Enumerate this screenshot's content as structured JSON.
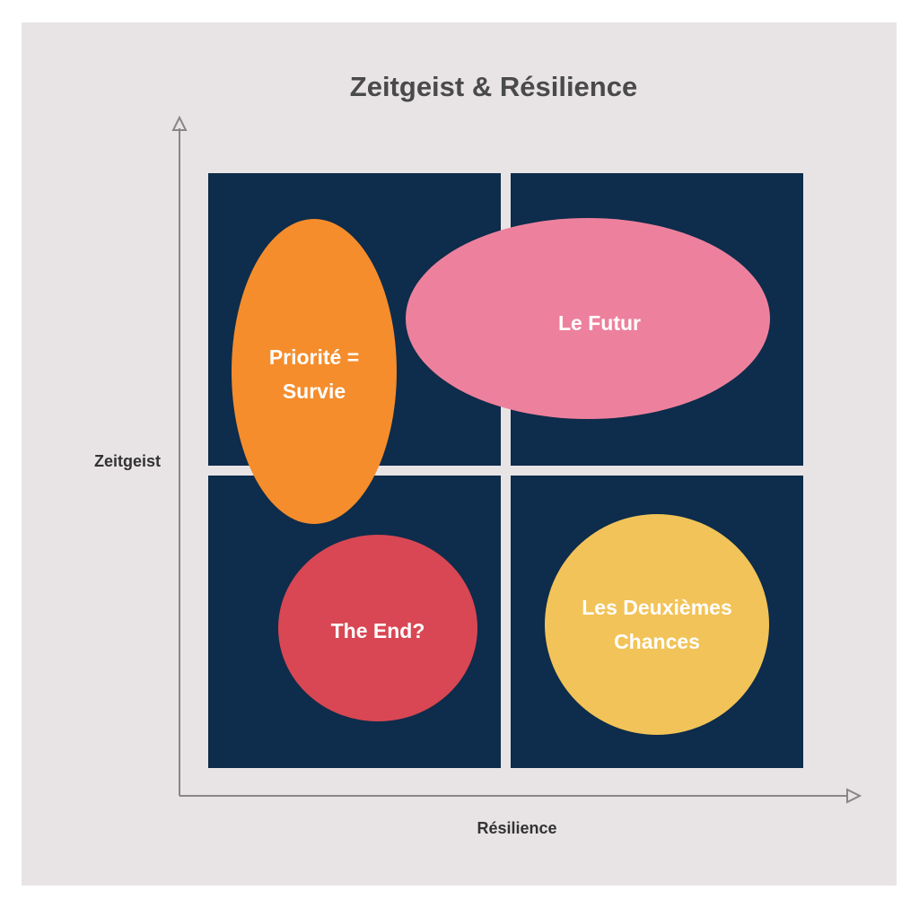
{
  "title": "Zeitgeist & Résilience",
  "axes": {
    "y_label": "Zeitgeist",
    "x_label": "Résilience"
  },
  "colors": {
    "background": "#e8e4e6",
    "quadrant": "#0e2c4b",
    "axis": "#8a8587",
    "title_text": "#4a4a4a",
    "label_text": "#333333",
    "bubble_text": "#ffffff"
  },
  "bubbles": [
    {
      "id": "priorite-survie",
      "lines": [
        "Priorité =",
        "Survie"
      ],
      "color": "#f58d2c"
    },
    {
      "id": "le-futur",
      "lines": [
        "Le Futur"
      ],
      "color": "#ed819d"
    },
    {
      "id": "the-end",
      "lines": [
        "The End?"
      ],
      "color": "#d84753"
    },
    {
      "id": "deuxiemes-chances",
      "lines": [
        "Les Deuxièmes",
        "Chances"
      ],
      "color": "#f2c358"
    }
  ]
}
